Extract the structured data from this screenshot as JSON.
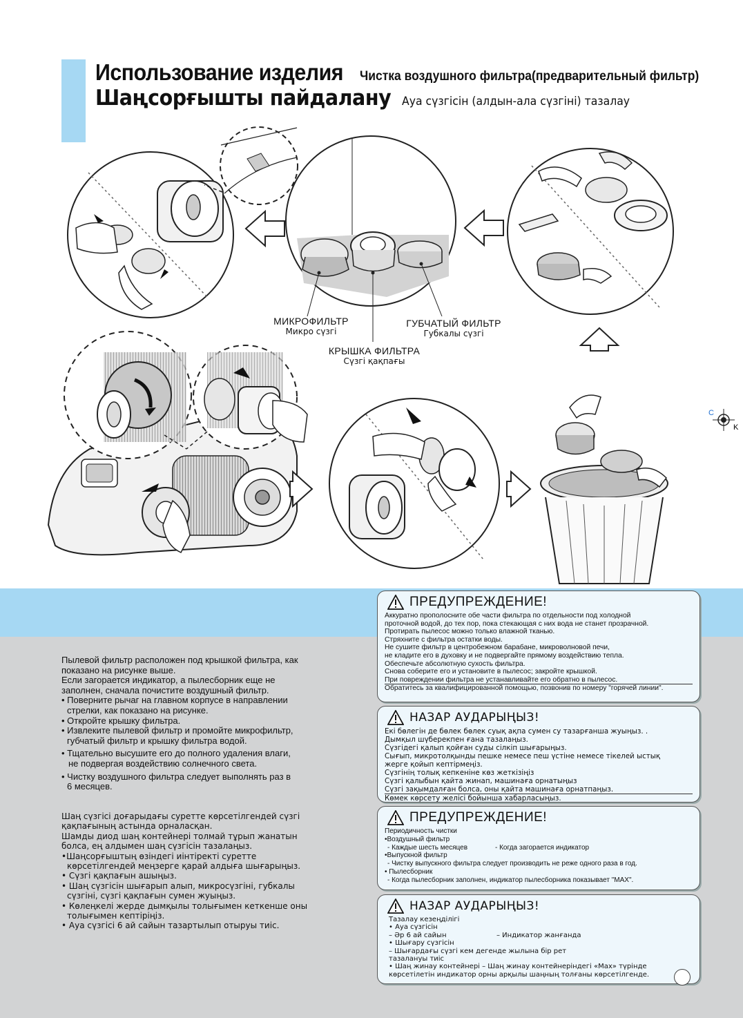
{
  "header": {
    "title_ru": "Использование изделия",
    "subtitle_ru": "Чистка воздушного фильтра(предварительный фильтр)",
    "title_kz": "Шаңсорғышты пайдалану",
    "subtitle_kz": "Ауа сүзгісін (алдын-ала сүзгіні) тазалау"
  },
  "parts": {
    "micro_ru": "МИКРОФИЛЬТР",
    "micro_kz": "Микро сүзгі",
    "sponge_ru": "ГУБЧАТЫЙ ФИЛЬТР",
    "sponge_kz": "Губкалы сүзгі",
    "cover_ru": "КРЫШКА ФИЛЬТРА",
    "cover_kz": "Сүзгі қақпағы"
  },
  "registration": {
    "c": "C",
    "k": "K"
  },
  "instructions_ru": [
    "Пылевой фильтр расположен под крышкой фильтра, как",
    "показано на рисунке выше.",
    "Если загорается индикатор, а пылесборник еще не",
    "заполнен, сначала почистите воздушный фильтр.",
    "• Поверните рычаг на главном корпусе в направлении",
    "  стрелки, как показано на рисунке.",
    "• Откройте крышку фильтра.",
    "• Извлеките пылевой фильтр и промойте микрофильтр,",
    "  губчатый фильтр и крышку фильтра водой.",
    "• Тщательно высушите его до полного удаления влаги,",
    "  не подвергая воздействию солнечного света.",
    "• Чистку воздушного фильтра следует выполнять раз в",
    "  6 месяцев."
  ],
  "instructions_kz": [
    "Шаң сүзгісі доғарыдағы суретте көрсетілгендей сүзгі",
    "қақпағының астында орналасқан.",
    "Шамды диод шаң контейнері толмай тұрып жанатын",
    "болса, ең алдымен шаң сүзгісін тазалаңыз.",
    "•Шаңсорғыштың өзіндегі иінтіректі суретте",
    "  көрсетілгендей меңзерге қарай алдыға шығарыңыз.",
    "• Сүзгі қақпағын ашыңыз.",
    "• Шаң сүзгісін шығарып алып, микросүзгіні, губкалы",
    "  сүзгіні, сүзгі қақпағын сумен жуыңыз.",
    "• Көлеңкелі жерде дымқылы толығымен кеткенше оны",
    "  толығымен кептіріңіз.",
    "• Ауа сүзгісі 6 ай сайын тазартылып отыруы тиіс."
  ],
  "box1": {
    "title": "ПРЕДУПРЕЖДЕНИЕ!",
    "lines": [
      "Аккуратно прополосните обе части фильтра по отдельности под холодной",
      "проточной водой, до тех пор, пока стекающая с них вода не станет прозрачной.",
      "Протирать пылесос можно только влажной тканью.",
      "Стряхните с фильтра остатки воды.",
      "Не сушите фильтр в центробежном барабане, микроволновой печи,",
      "не кладите его в духовку и не подвергайте прямому воздействию тепла.",
      "Обеспечьте абсолютную сухость фильтра.",
      "Снова соберите его и установите в пылесос; закройте крышкой.",
      "При повреждении фильтра не устанавливайте его обратно в пылесос.",
      "Обратитесь за квалифицированной помощью, позвонив по номеру \"горячей линии\"."
    ]
  },
  "box2": {
    "title": "НАЗАР АУДАРЫҢЫЗ!",
    "lines": [
      "Екі бөлегін де бөлек бөлек суық ақпа сумен су тазарғанша жуыңыз. .",
      "Дымқыл шүберекпен ғана тазалаңыз.",
      "Сүзгідегі қалып қойған суды сілкіп шығарыңыз.",
      "Сығып, микротолқынды пешке немесе пеш үстіне немесе тікелей ыстық",
      "жерге қойып кептірмеңіз.",
      "Сүзгінің толық кепкеніне көз жеткізіңіз",
      "Сүзгі қалыбын қайта жинап, машинаға орнатыңыз",
      "Сүзгі зақымдалған болса, оны қайта машинаға орнатпаңыз.",
      "Көмек көрсету желісі бойынша хабарласыңыз."
    ]
  },
  "box3": {
    "title": "ПРЕДУПРЕЖДЕНИЕ!",
    "l1": "Периодичность чистки",
    "l2": "•Воздушный фильтр",
    "l3a": "  - Каждые шесть месяцев",
    "l3b": "- Когда загорается индикатор",
    "l4": "•Выпускной фильтр",
    "l5": "  - Чистку выпускного фильтра следует производить не реже одного раза в год.",
    "l6": "• Пылесборник",
    "l7": "  - Когда пылесборник заполнен, индикатор пылесборника показывает \"MAX\"."
  },
  "box4": {
    "title": "НАЗАР АУДАРЫҢЫЗ!",
    "l1": "Тазалау кезеңділігі",
    "l2": "  • Ауа сүзгісін",
    "l3a": "  – Әр 6 ай сайын",
    "l3b": "– Индикатор жанғанда",
    "l4": "  • Шығару сүзгісін",
    "l5": "  – Шығардағы сүзгі кем дегенде жылына бір рет",
    "l6": "  тазалануы тиіс",
    "l7": "  • Шаң жинау контейнері – Шаң жинау контейнеріндегі «Max» түрінде",
    "l8": "  көрсетілетін индикатор орны арқылы шаңның толғаны көрсетілгенде."
  },
  "colors": {
    "accent": "#a6d8f3",
    "panel": "#d2d3d4",
    "box_bg": "#eef7fc"
  },
  "icons": [
    "warning-triangle-icon",
    "registration-mark-icon",
    "arrow-left-icon",
    "arrow-right-icon",
    "arrow-up-icon"
  ]
}
